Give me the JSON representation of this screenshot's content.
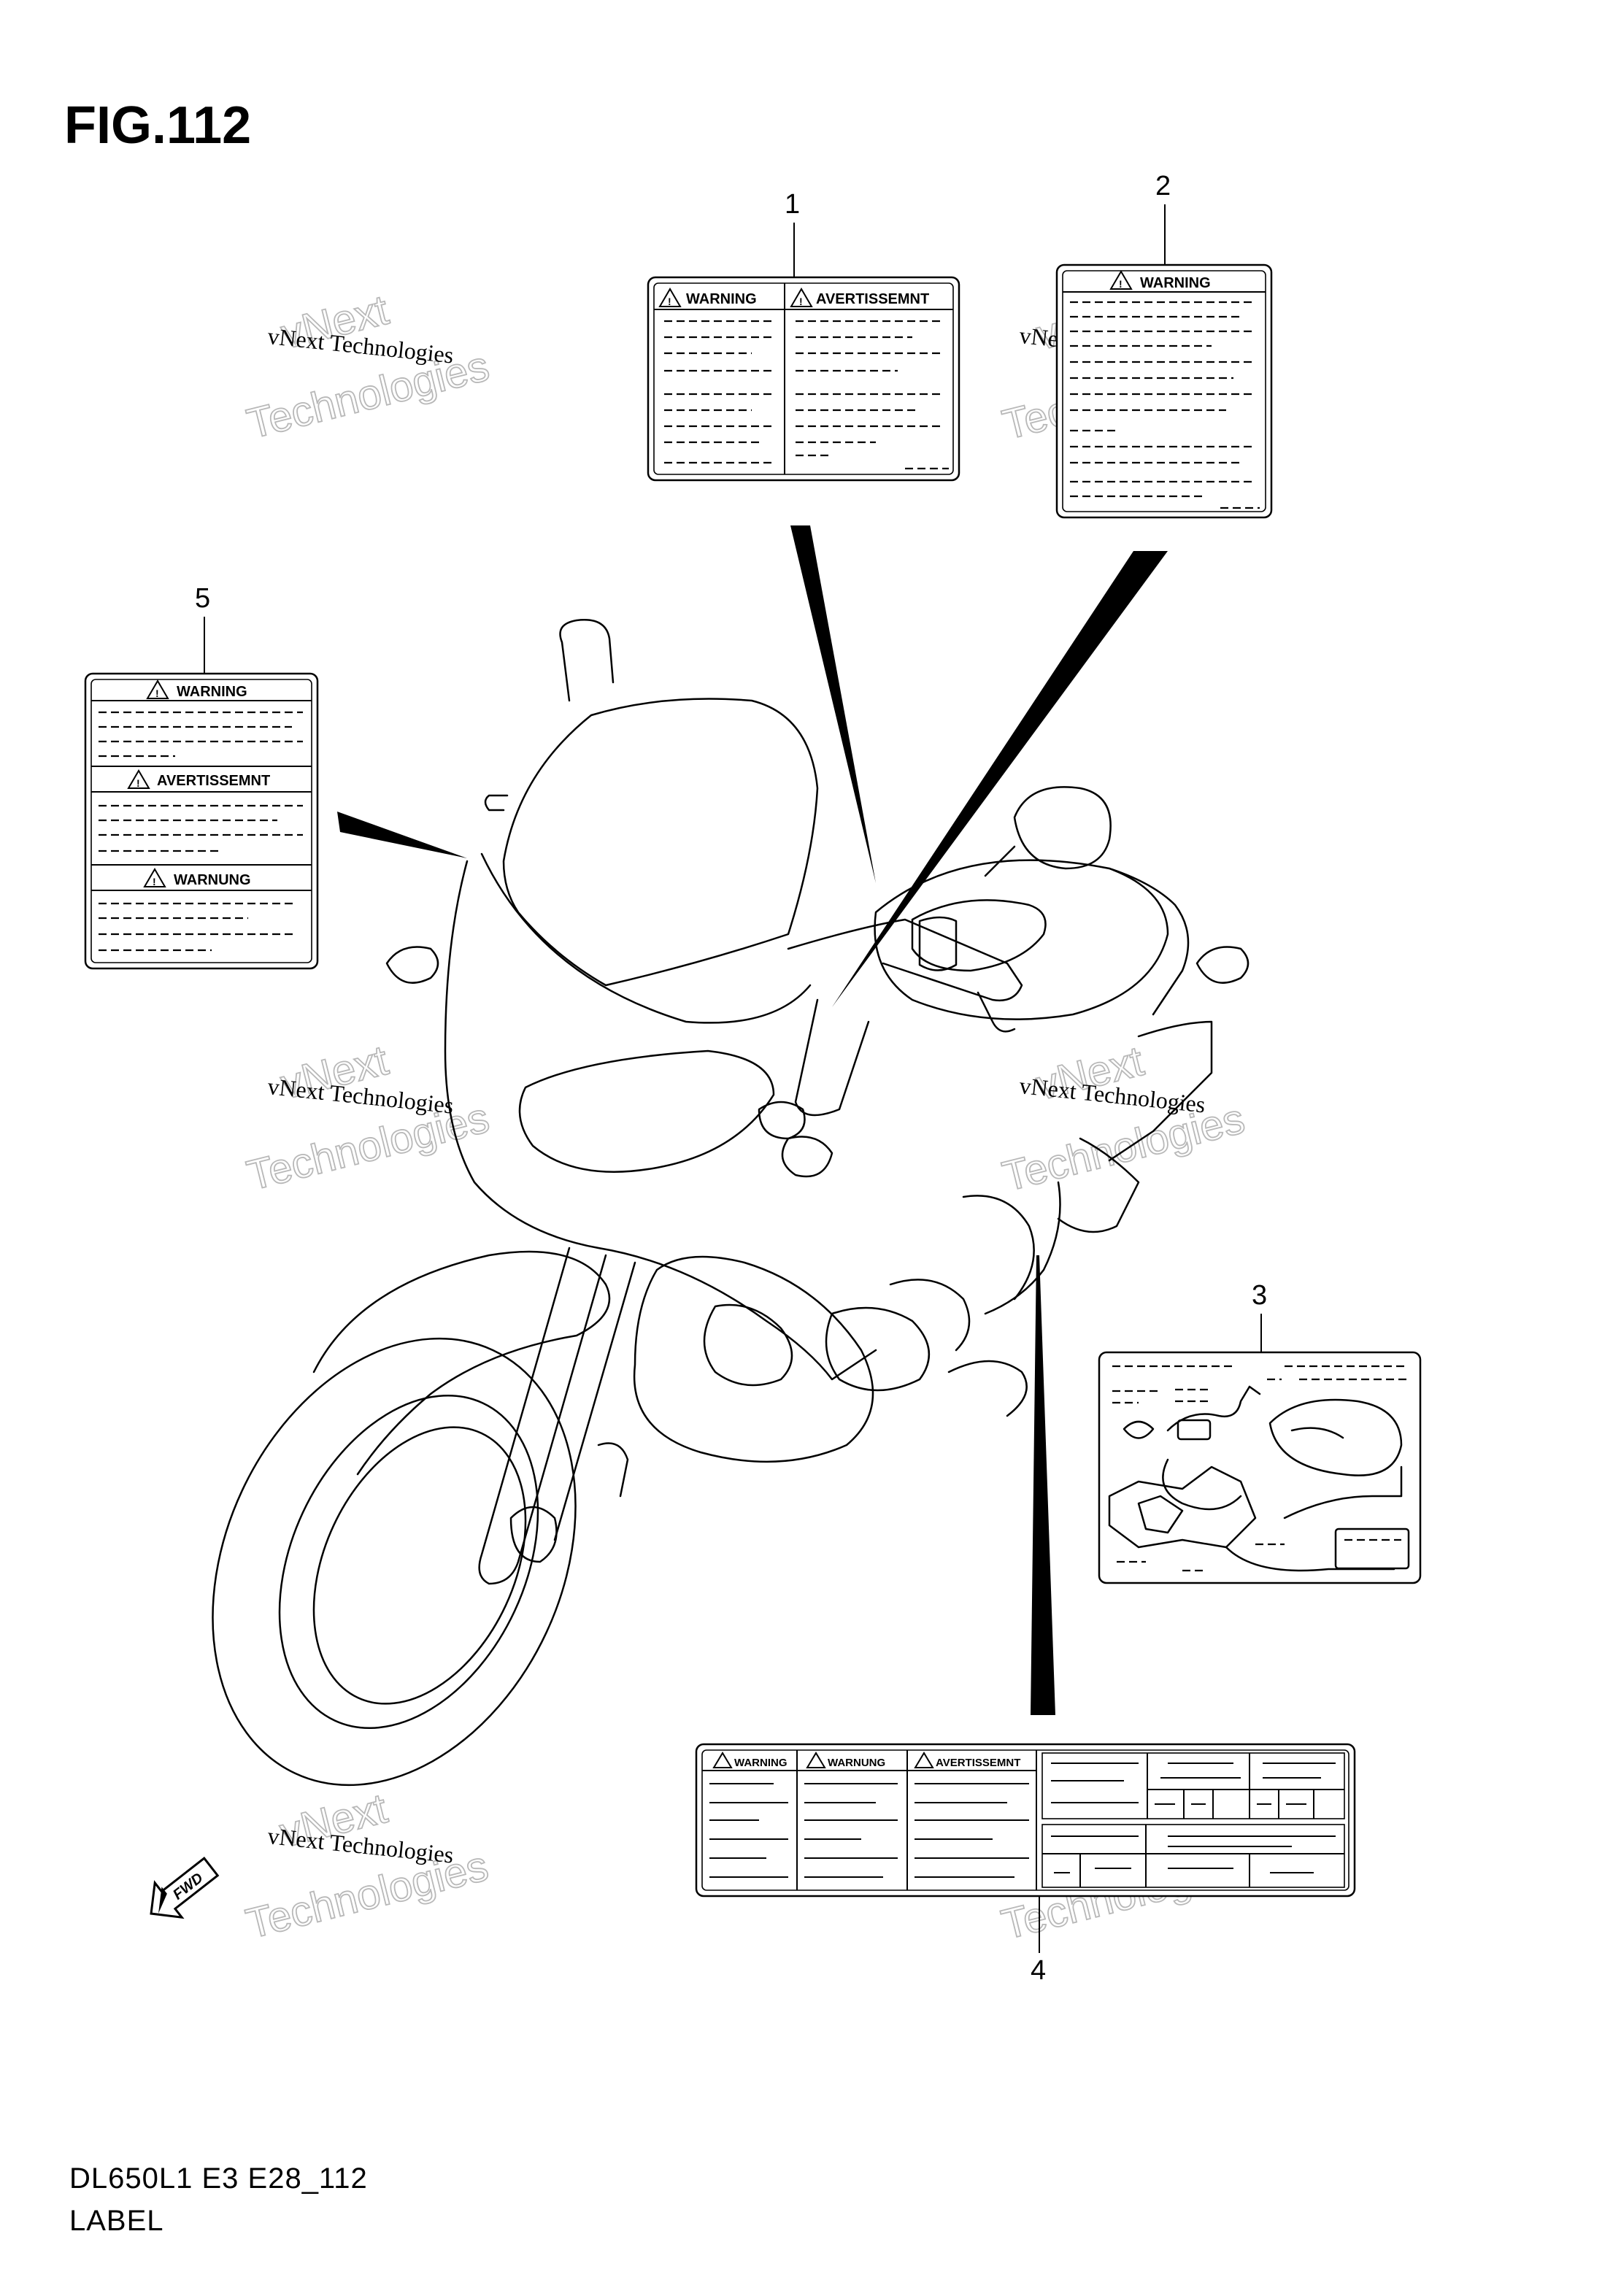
{
  "figure": {
    "title": "FIG.112",
    "model_code": "DL650L1 E3 E28_112",
    "caption": "LABEL"
  },
  "callouts": [
    "1",
    "2",
    "3",
    "4",
    "5"
  ],
  "labels": {
    "label_1": {
      "headers": [
        "WARNING",
        "AVERTISSEMNT"
      ]
    },
    "label_2": {
      "headers": [
        "WARNING"
      ]
    },
    "label_4": {
      "headers": [
        "WARNING",
        "WARNUNG",
        "AVERTISSEMNT"
      ]
    },
    "label_5": {
      "headers": [
        "WARNING",
        "AVERTISSEMNT",
        "WARNUNG"
      ]
    }
  },
  "fwd_arrow": {
    "text": "FWD"
  },
  "watermark": {
    "line1": "vNext Technologies",
    "line2": "vNext",
    "line3": "Technologies"
  },
  "icons": [
    "warning-triangle-icon",
    "fwd-arrow-icon"
  ]
}
